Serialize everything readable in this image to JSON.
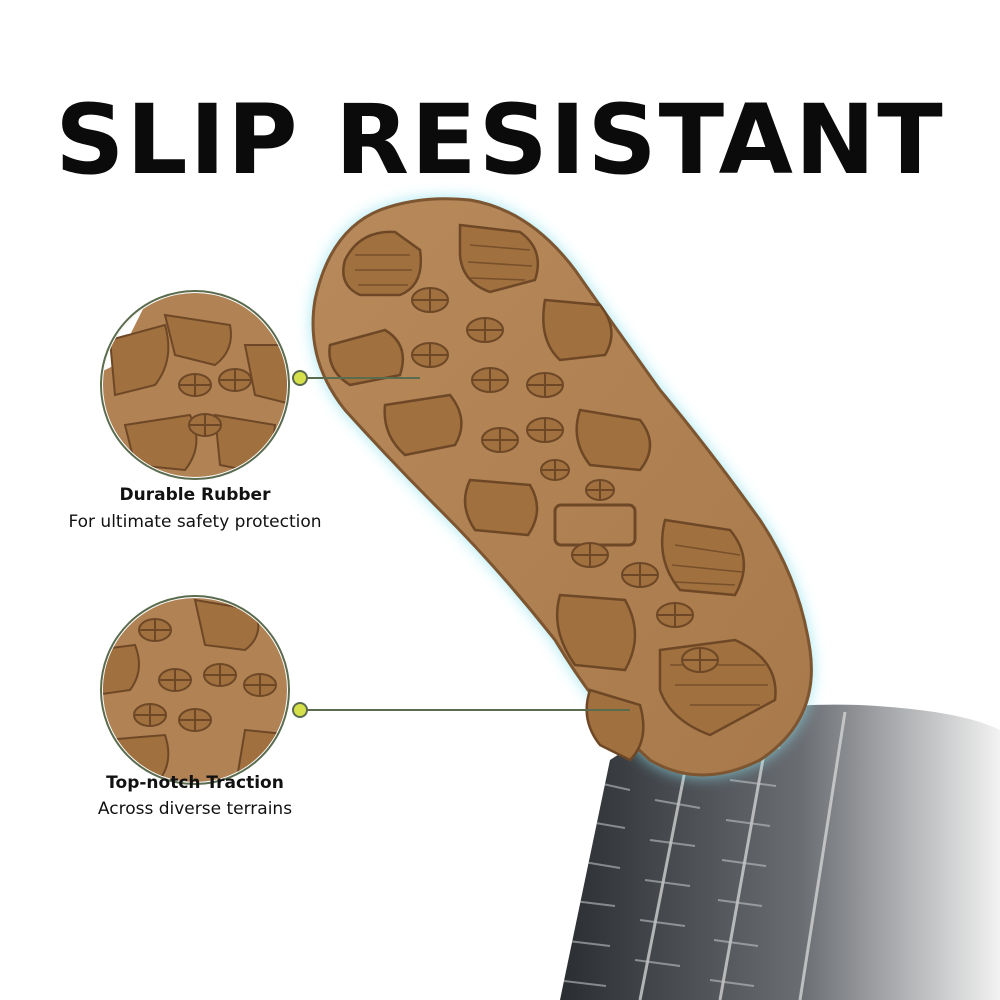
{
  "headline": "SLIP RESISTANT",
  "callouts": [
    {
      "title": "Durable Rubber",
      "subtitle": "For ultimate safety protection"
    },
    {
      "title": "Top-notch Traction",
      "subtitle": "Across diverse terrains"
    }
  ],
  "colors": {
    "rubber": "#b08254",
    "rubber_dark": "#7d5530",
    "glow": "#8fe3ef",
    "connector": "#5a6b4e",
    "dot": "#d6e04a",
    "tire": "#2a2d31",
    "text": "#111111"
  },
  "icons": [
    "shoe-sole-image",
    "tire-image",
    "sole-detail-image",
    "tread-detail-image"
  ]
}
